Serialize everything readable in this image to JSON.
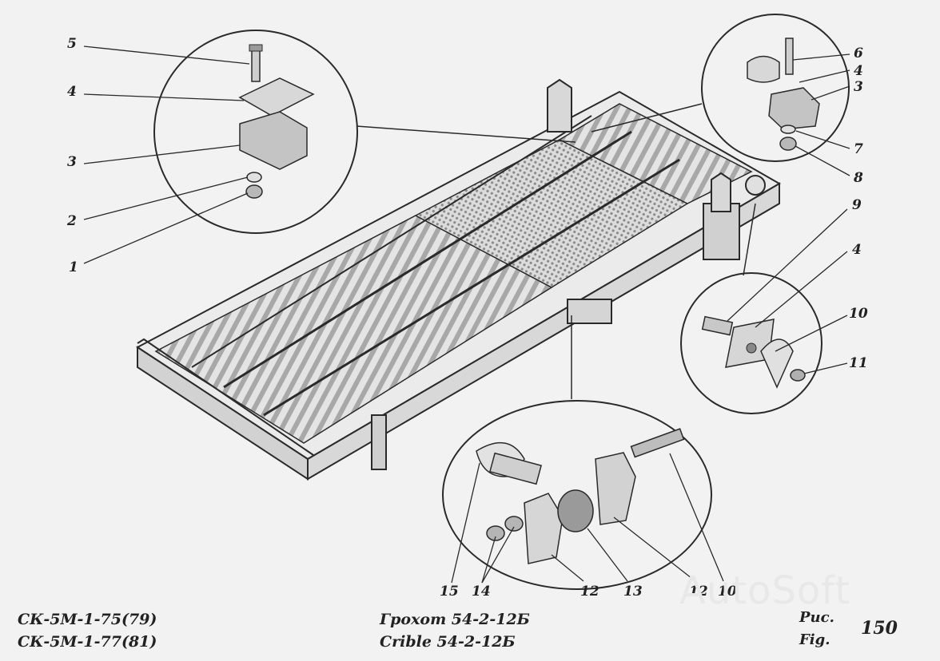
{
  "callouts": {
    "c5": "5",
    "c4a": "4",
    "c3a": "3",
    "c2": "2",
    "c1": "1",
    "c6": "6",
    "c4b": "4",
    "c3b": "3",
    "c7": "7",
    "c8": "8",
    "c9": "9",
    "c4c": "4",
    "c10a": "10",
    "c11": "11",
    "c15": "15",
    "c14": "14",
    "c12a": "12",
    "c13": "13",
    "c12b": "12",
    "c10b": "10"
  },
  "caption": {
    "model_1": "СК-5М-1-75(79)",
    "model_2": "СК-5М-1-77(81)",
    "title_ru": "Грохот 54-2-12Б",
    "title_fr": "Crible 54-2-12Б",
    "fig_ru": "Рис.",
    "fig_fr": "Fig.",
    "fig_number": "150"
  },
  "watermark": "AutoSoft",
  "colors": {
    "line": "#2a2a2a",
    "paper": "#f2f2f2",
    "shade": "#bdbdbd"
  }
}
